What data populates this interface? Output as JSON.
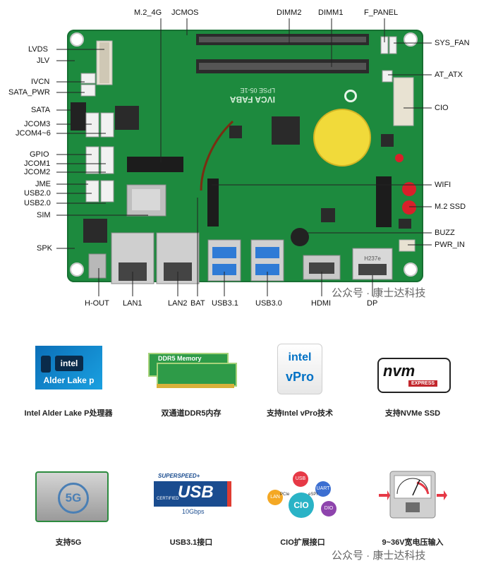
{
  "board_labels": {
    "top": [
      "M.2_4G",
      "JCMOS",
      "DIMM2",
      "DIMM1",
      "F_PANEL"
    ],
    "left": [
      "LVDS",
      "JLV",
      "IVCN",
      "SATA_PWR",
      "SATA",
      "JCOM3",
      "JCOM4~6",
      "GPIO",
      "JCOM1",
      "JCOM2",
      "JME",
      "USB2.0",
      "USB2.0",
      "SIM",
      "SPK"
    ],
    "right": [
      "SYS_FAN",
      "AT_ATX",
      "CIO",
      "WIFI",
      "M.2 SSD",
      "BUZZ",
      "PWR_IN"
    ],
    "bottom": [
      "H-OUT",
      "LAN1",
      "LAN2",
      "BAT",
      "USB3.1",
      "USB3.0",
      "HDMI",
      "DP"
    ]
  },
  "silkscreen": {
    "dimm_text1": "LPSE 05-1E",
    "dimm_text2": "IVCA  FABA",
    "dp_chip": "H237e"
  },
  "watermark": "公众号 · 康士达科技",
  "features": [
    {
      "icon": "alder-lake-icon",
      "icon_text1": "intel",
      "icon_text2": "Alder Lake p",
      "label": "Intel Alder Lake P处理器"
    },
    {
      "icon": "ddr5-memory-icon",
      "icon_text1": "DDR5 Memory",
      "label": "双通道DDR5内存"
    },
    {
      "icon": "intel-vpro-icon",
      "icon_text1": "intel",
      "icon_text2": "vPro",
      "label": "支持Intel vPro技术"
    },
    {
      "icon": "nvme-icon",
      "icon_text1": "nvm",
      "icon_text2": "EXPRESS",
      "label": "支持NVMe SSD"
    },
    {
      "icon": "5g-module-icon",
      "icon_text1": "5G",
      "label": "支持5G"
    },
    {
      "icon": "usb-superspeed-icon",
      "icon_text1": "SUPERSPEED+",
      "icon_text2": "USB",
      "icon_text3": "10Gbps",
      "icon_text4": "CERTIFIED",
      "label": "USB3.1接口"
    },
    {
      "icon": "cio-expansion-icon",
      "icon_text1": "USB",
      "icon_text2": "UART",
      "icon_text3": "LAN",
      "icon_text4": "DIO",
      "icon_text5": "CIO",
      "icon_text6": "PCIe",
      "icon_text7": "eSPI",
      "label": "CIO扩展接口"
    },
    {
      "icon": "voltage-meter-icon",
      "label": "9~36V宽电压输入"
    }
  ],
  "colors": {
    "pcb": "#1d8a3e",
    "intel_blue": "#0071c5",
    "usb_red": "#e03c31",
    "memory_green": "#2e9b48"
  }
}
